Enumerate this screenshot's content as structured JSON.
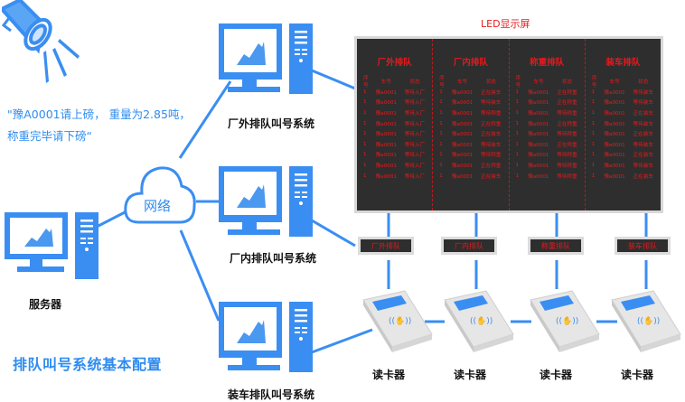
{
  "announcement": {
    "text": "\"豫A0001请上磅， 重量为2.85吨，称重完毕请下磅“"
  },
  "diagram_title": "排队叫号系统基本配置",
  "network": {
    "label": "网络"
  },
  "server": {
    "label": "服务器"
  },
  "systems": [
    {
      "label": "厂外排队叫号系统"
    },
    {
      "label": "厂内排队叫号系统"
    },
    {
      "label": "装车排队叫号系统"
    }
  ],
  "led": {
    "title": "LED显示屏",
    "headers": [
      "序号",
      "车号",
      "状态"
    ],
    "columns": [
      {
        "title": "厂外排队",
        "rows": [
          [
            "1",
            "豫a0001",
            "等待入厂"
          ],
          [
            "1",
            "豫a0001",
            "等待入厂"
          ],
          [
            "1",
            "豫a0001",
            "等待入厂"
          ],
          [
            "1",
            "豫a0001",
            "等待入厂"
          ],
          [
            "1",
            "豫a0001",
            "等待入厂"
          ],
          [
            "1",
            "豫a0001",
            "等待入厂"
          ],
          [
            "1",
            "豫a0001",
            "等待入厂"
          ],
          [
            "1",
            "豫a0001",
            "等待入厂"
          ],
          [
            "1",
            "豫a0001",
            "等待入厂"
          ]
        ]
      },
      {
        "title": "厂内排队",
        "rows": [
          [
            "1",
            "豫a0001",
            "正在装车"
          ],
          [
            "1",
            "豫a0001",
            "等待装车"
          ],
          [
            "1",
            "豫a0001",
            "等待称重"
          ],
          [
            "1",
            "豫a0001",
            "正在称重"
          ],
          [
            "1",
            "豫a0001",
            "正在装车"
          ],
          [
            "1",
            "豫a0001",
            "等待装车"
          ],
          [
            "1",
            "豫a0001",
            "等待称重"
          ],
          [
            "1",
            "豫a0001",
            "正在称重"
          ],
          [
            "1",
            "豫a0001",
            "正在装车"
          ]
        ]
      },
      {
        "title": "称重排队",
        "rows": [
          [
            "1",
            "豫a0001",
            "正在称重"
          ],
          [
            "1",
            "豫a0001",
            "正在称重"
          ],
          [
            "1",
            "豫a0001",
            "等待称重"
          ],
          [
            "1",
            "豫a0001",
            "正在称重"
          ],
          [
            "1",
            "豫a0001",
            "等待称重"
          ],
          [
            "1",
            "豫a0001",
            "正在称重"
          ],
          [
            "1",
            "豫a0001",
            "等待称重"
          ],
          [
            "1",
            "豫a0001",
            "等待称重"
          ],
          [
            "1",
            "豫a0001",
            "等待称重"
          ]
        ]
      },
      {
        "title": "装车排队",
        "rows": [
          [
            "1",
            "豫a0001",
            "等待装车"
          ],
          [
            "1",
            "豫a0001",
            "等待装车"
          ],
          [
            "1",
            "豫a0001",
            "正在装车"
          ],
          [
            "1",
            "豫a0001",
            "等待装车"
          ],
          [
            "1",
            "豫a0001",
            "正在装车"
          ],
          [
            "1",
            "豫a0001",
            "等待装车"
          ],
          [
            "1",
            "豫a0001",
            "正在装车"
          ],
          [
            "1",
            "豫a0001",
            "等待装车"
          ],
          [
            "1",
            "豫a0001",
            "正在装车"
          ]
        ]
      }
    ]
  },
  "sub_displays": [
    {
      "label": "厂外排队"
    },
    {
      "label": "厂内排队"
    },
    {
      "label": "称重排队"
    },
    {
      "label": "装车排队"
    }
  ],
  "card_readers": [
    {
      "label": "读卡器"
    },
    {
      "label": "读卡器"
    },
    {
      "label": "读卡器"
    },
    {
      "label": "读卡器"
    }
  ],
  "colors": {
    "accent_blue": "#2f8cf0",
    "led_red": "#e8191c",
    "led_bg": "#2e2e2e"
  }
}
